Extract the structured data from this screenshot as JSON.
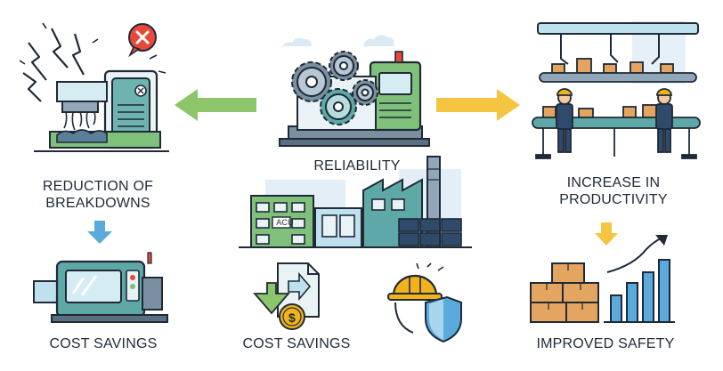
{
  "labels": {
    "reliability": "RELIABILITY",
    "reduction_line1": "REDUCTION OF",
    "reduction_line2": "BREAKDOWNS",
    "productivity_line1": "INCREASE IN",
    "productivity_line2": "PRODUCTIVITY",
    "cost_savings_left": "COST SAVINGS",
    "cost_savings_center": "COST SAVINGS",
    "improved_safety": "IMPROVED SAFETY"
  },
  "signage": {
    "factory_sign": "ACU",
    "currency_symbol": "$"
  },
  "colors": {
    "outline": "#1f2a36",
    "teal": "#5fa8a8",
    "green": "#7fc07a",
    "light_blue": "#bfe0ef",
    "arrow_green": "#8cc56a",
    "arrow_yellow": "#f5c542",
    "arrow_blue": "#5aaadd",
    "gold": "#f2b21b",
    "box_brown": "#e4a560",
    "alert_red": "#e8473b"
  },
  "icons": {
    "broken_machine": "broken-machine-icon",
    "gear_machine": "gear-machine-icon",
    "robot_line": "assembly-line-icon",
    "compact_machine": "compact-machine-icon",
    "factory": "factory-icon",
    "cost_document": "cost-document-icon",
    "hardhat_shield": "hardhat-shield-icon",
    "boxes_chart": "boxes-growth-chart-icon"
  }
}
